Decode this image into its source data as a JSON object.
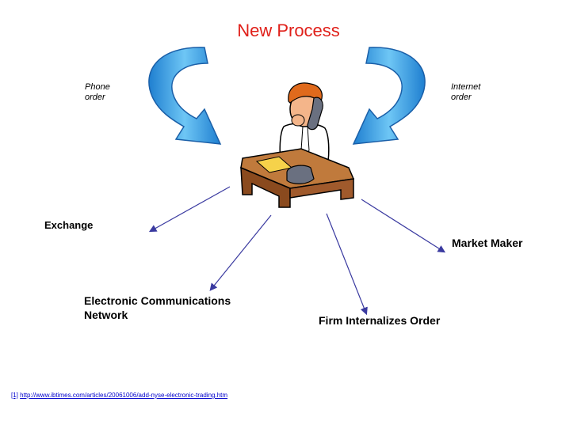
{
  "title": "New Process",
  "labels": {
    "phone_order": [
      "Phone",
      "order"
    ],
    "internet_order": [
      "Internet",
      "order"
    ],
    "exchange": "Exchange",
    "market_maker": "Market Maker",
    "ecn": [
      "Electronic Communications",
      "Network"
    ],
    "firm_internalizes": "Firm Internalizes Order"
  },
  "footer": {
    "ref": "[1]",
    "url": "http://www.ibtimes.com/articles/20061006/add-nyse-electronic-trading.htm"
  },
  "colors": {
    "title": "#e0201a",
    "arrow_fill": "#3aa0e6",
    "arrow_light": "#6ec6f5",
    "desk": "#a05a2c",
    "line": "#3a3aa0"
  },
  "icons": [
    "curved-arrow-left-icon",
    "curved-arrow-right-icon",
    "broker-at-desk-icon"
  ]
}
